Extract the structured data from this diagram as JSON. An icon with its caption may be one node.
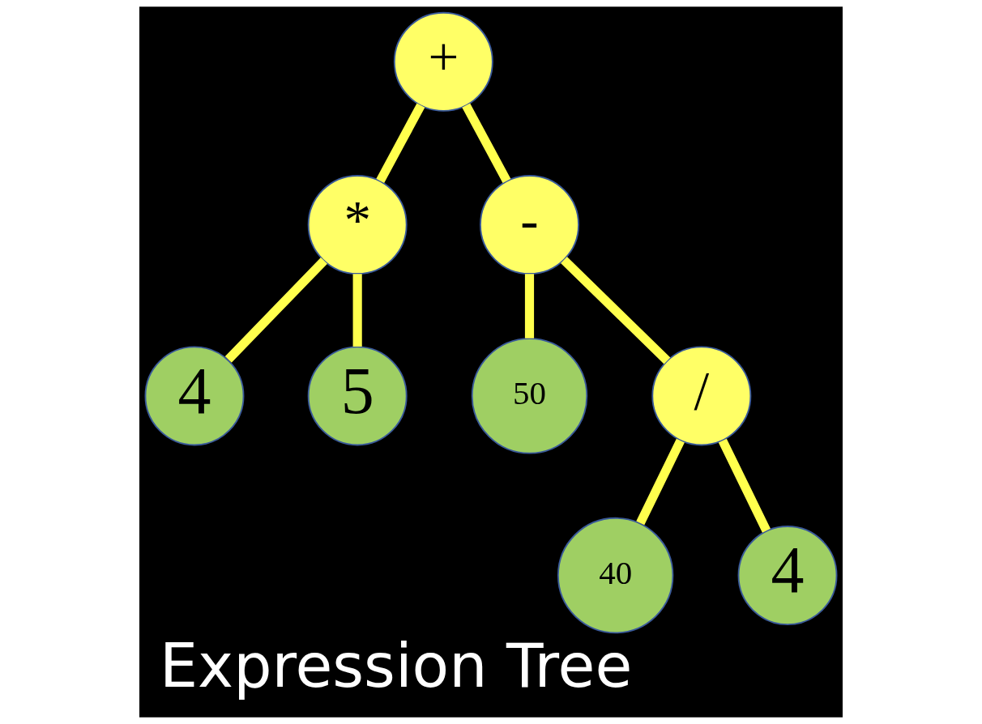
{
  "diagram": {
    "title": "Expression Tree",
    "nodes": [
      {
        "text": [
          "+"
        ]
      },
      {
        "text": [
          "*"
        ]
      },
      {
        "text": [
          "-"
        ]
      },
      {
        "text": [
          "4"
        ]
      },
      {
        "text": [
          "5"
        ]
      },
      {
        "text": [
          "50"
        ]
      },
      {
        "text": [
          "/"
        ]
      },
      {
        "text": [
          "40"
        ]
      },
      {
        "text": [
          "4"
        ]
      }
    ],
    "edges": [
      {
        "from": 0,
        "to": 1,
        "arrow": "none"
      },
      {
        "from": 0,
        "to": 2,
        "arrow": "none"
      },
      {
        "from": 1,
        "to": 3,
        "arrow": "none"
      },
      {
        "from": 1,
        "to": 4,
        "arrow": "none"
      },
      {
        "from": 2,
        "to": 5,
        "arrow": "none"
      },
      {
        "from": 2,
        "to": 6,
        "arrow": "none"
      },
      {
        "from": 6,
        "to": 7,
        "arrow": "none"
      },
      {
        "from": 6,
        "to": 8,
        "arrow": "none"
      }
    ]
  }
}
